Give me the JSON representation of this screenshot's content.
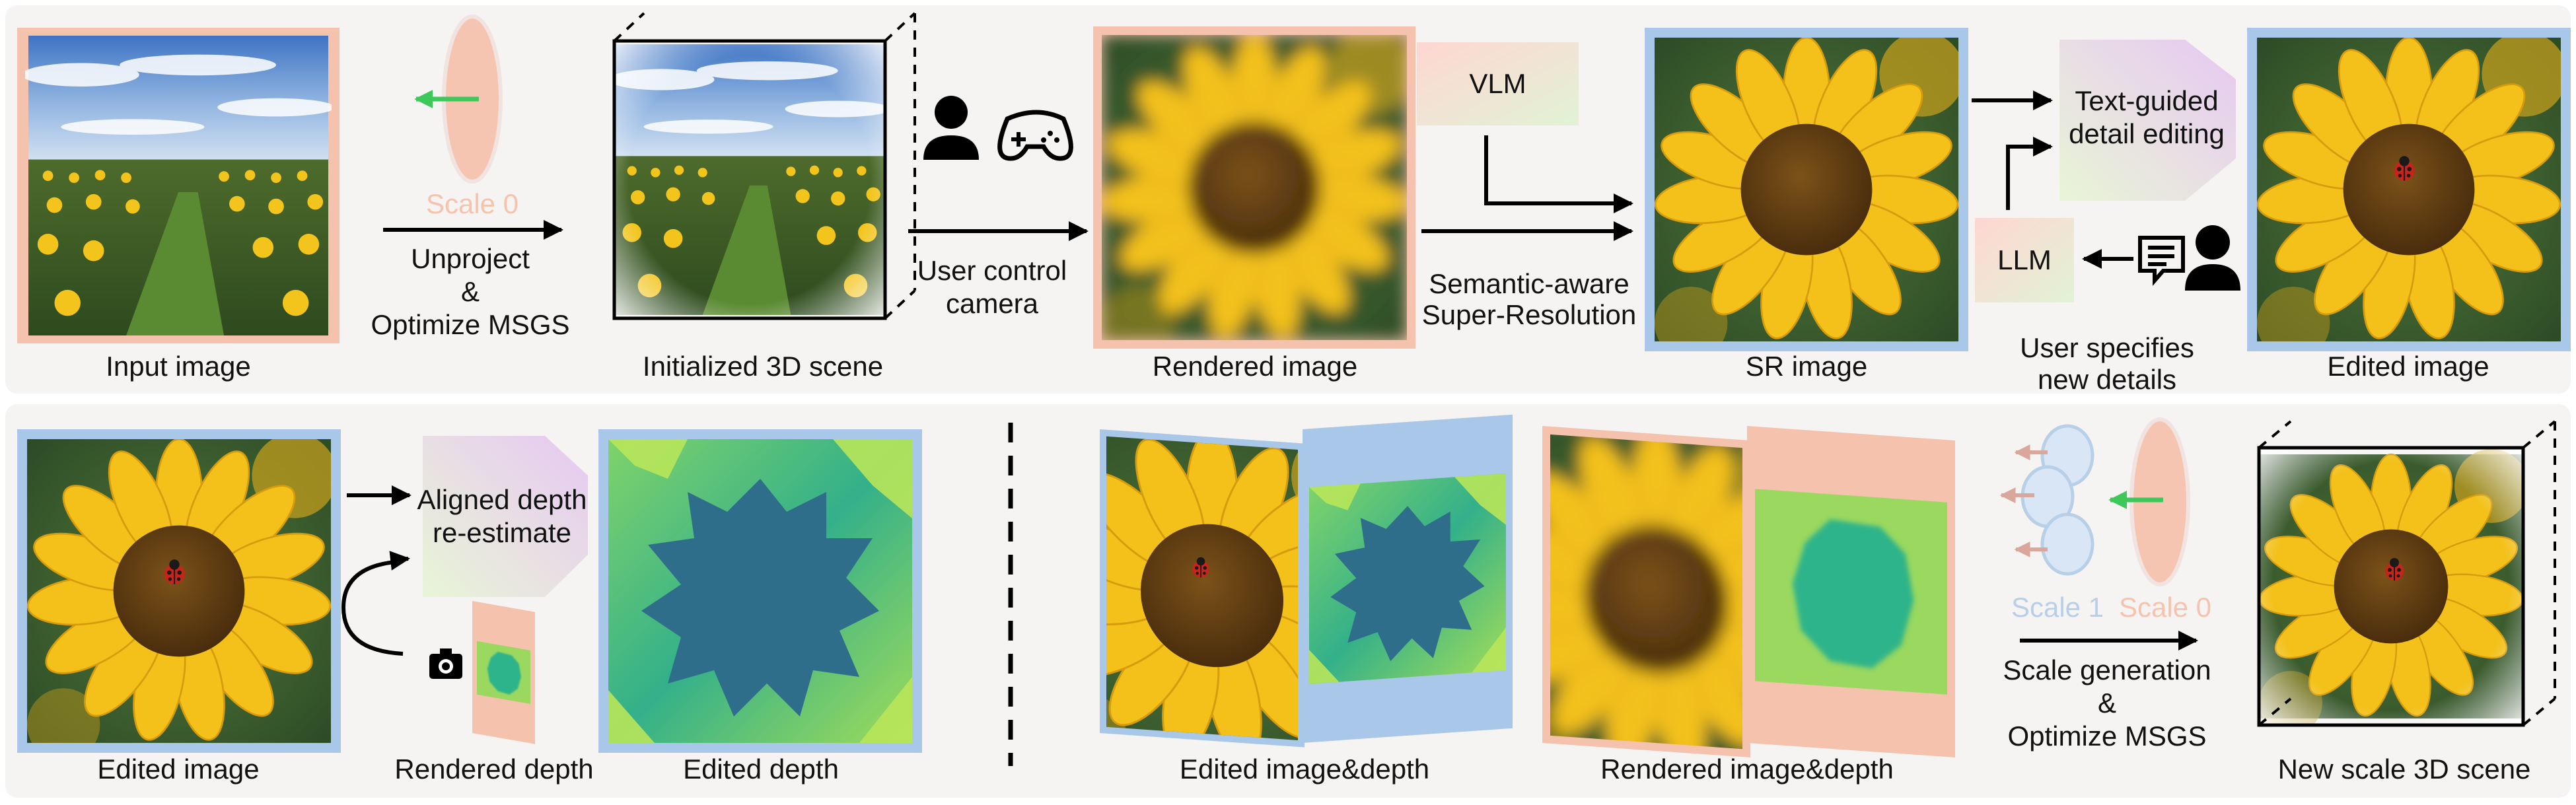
{
  "row1": {
    "input_image": "Input image",
    "scale0": "Scale 0",
    "unproject_1": "Unproject",
    "unproject_2": "&",
    "unproject_3": "Optimize MSGS",
    "initialized_scene": "Initialized 3D scene",
    "user_control_1": "User control",
    "user_control_2": "camera",
    "rendered_image": "Rendered image",
    "vlm": "VLM",
    "sr_1": "Semantic-aware",
    "sr_2": "Super-Resolution",
    "sr_image": "SR  image",
    "text_guided_1": "Text-guided",
    "text_guided_2": "detail editing",
    "llm": "LLM",
    "user_specifies_1": "User specifies",
    "user_specifies_2": "new details",
    "edited_image": "Edited  image"
  },
  "row2": {
    "edited_image": "Edited  image",
    "aligned_depth_1": "Aligned depth",
    "aligned_depth_2": "re-estimate",
    "rendered_depth": "Rendered depth",
    "edited_depth": "Edited  depth",
    "edited_image_depth": "Edited  image&depth",
    "rendered_image_depth": "Rendered  image&depth",
    "scale1": "Scale 1",
    "scale0": "Scale 0",
    "scale_gen_1": "Scale generation",
    "scale_gen_2": "&",
    "scale_gen_3": "Optimize MSGS",
    "new_scene": "New scale 3D scene"
  },
  "colors": {
    "blue_frame": "#a9c7e8",
    "salmon_frame": "#f5c2ae",
    "sunflower_petal": "#f3c11a",
    "sunflower_center": "#6b4413",
    "depth_green": "#2fb48a",
    "depth_teal": "#2e6f86",
    "scale0_text": "#f6c3ad",
    "scale1_text": "#b7cfe9"
  }
}
